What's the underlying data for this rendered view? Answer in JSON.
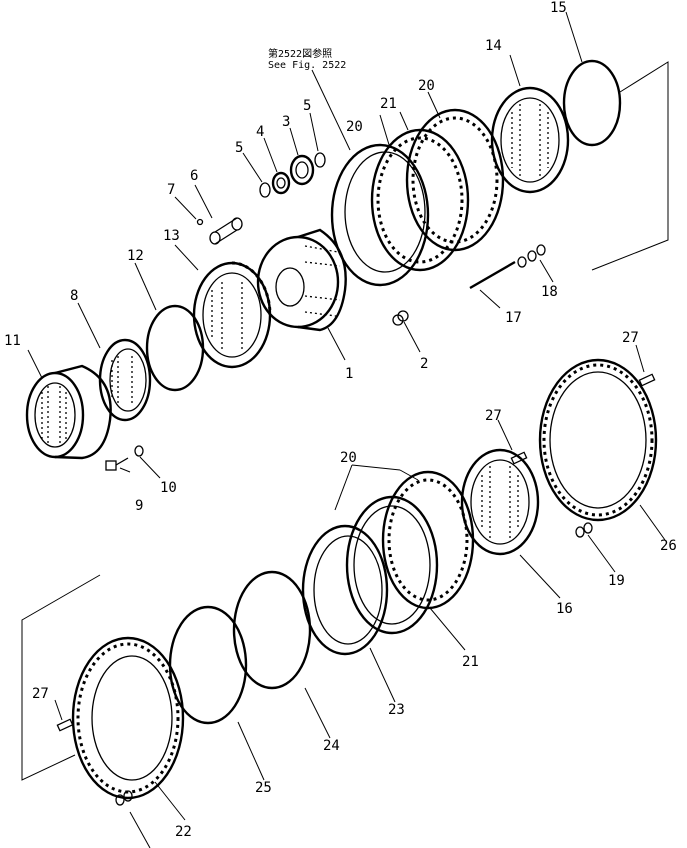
{
  "reference_note": {
    "japanese": "第2522図参照",
    "english": "See Fig. 2522"
  },
  "part_numbers": [
    "1",
    "2",
    "3",
    "4",
    "5",
    "5",
    "6",
    "7",
    "8",
    "9",
    "10",
    "11",
    "12",
    "13",
    "14",
    "15",
    "16",
    "17",
    "18",
    "19",
    "20",
    "20",
    "20",
    "21",
    "21",
    "22",
    "23",
    "24",
    "25",
    "26",
    "27",
    "27",
    "27"
  ]
}
